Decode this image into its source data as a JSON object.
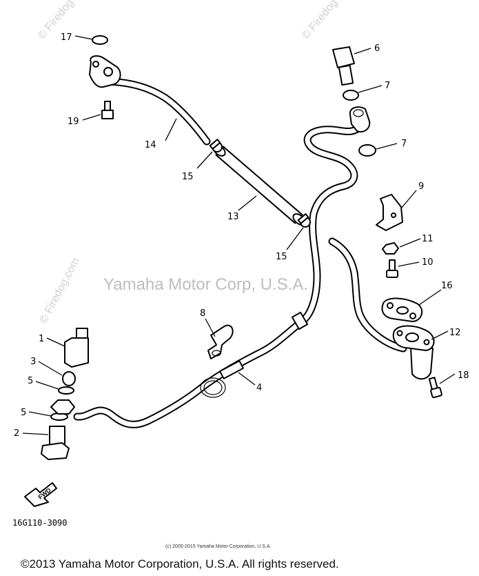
{
  "watermarks": {
    "center": "Yamaha Motor Corp, U.S.A.",
    "side": "© Firedog.com",
    "top_left": "© Firedog",
    "top_mid": "© Firedog"
  },
  "callouts": {
    "p1": "1",
    "p2": "2",
    "p3": "3",
    "p4": "4",
    "p5a": "5",
    "p5b": "5",
    "p6": "6",
    "p7a": "7",
    "p7b": "7",
    "p8": "8",
    "p9": "9",
    "p10": "10",
    "p11": "11",
    "p12": "12",
    "p13": "13",
    "p14": "14",
    "p15a": "15",
    "p15b": "15",
    "p16": "16",
    "p17": "17",
    "p18": "18",
    "p19": "19"
  },
  "fwd_label": "FWD",
  "diagram_id": "16G110-3090",
  "copyright_small": "(c) 2005-2015 Yamaha Motor Corporation, U.S.A.",
  "copyright_main": "©2013 Yamaha Motor Corporation, U.S.A. All rights reserved."
}
